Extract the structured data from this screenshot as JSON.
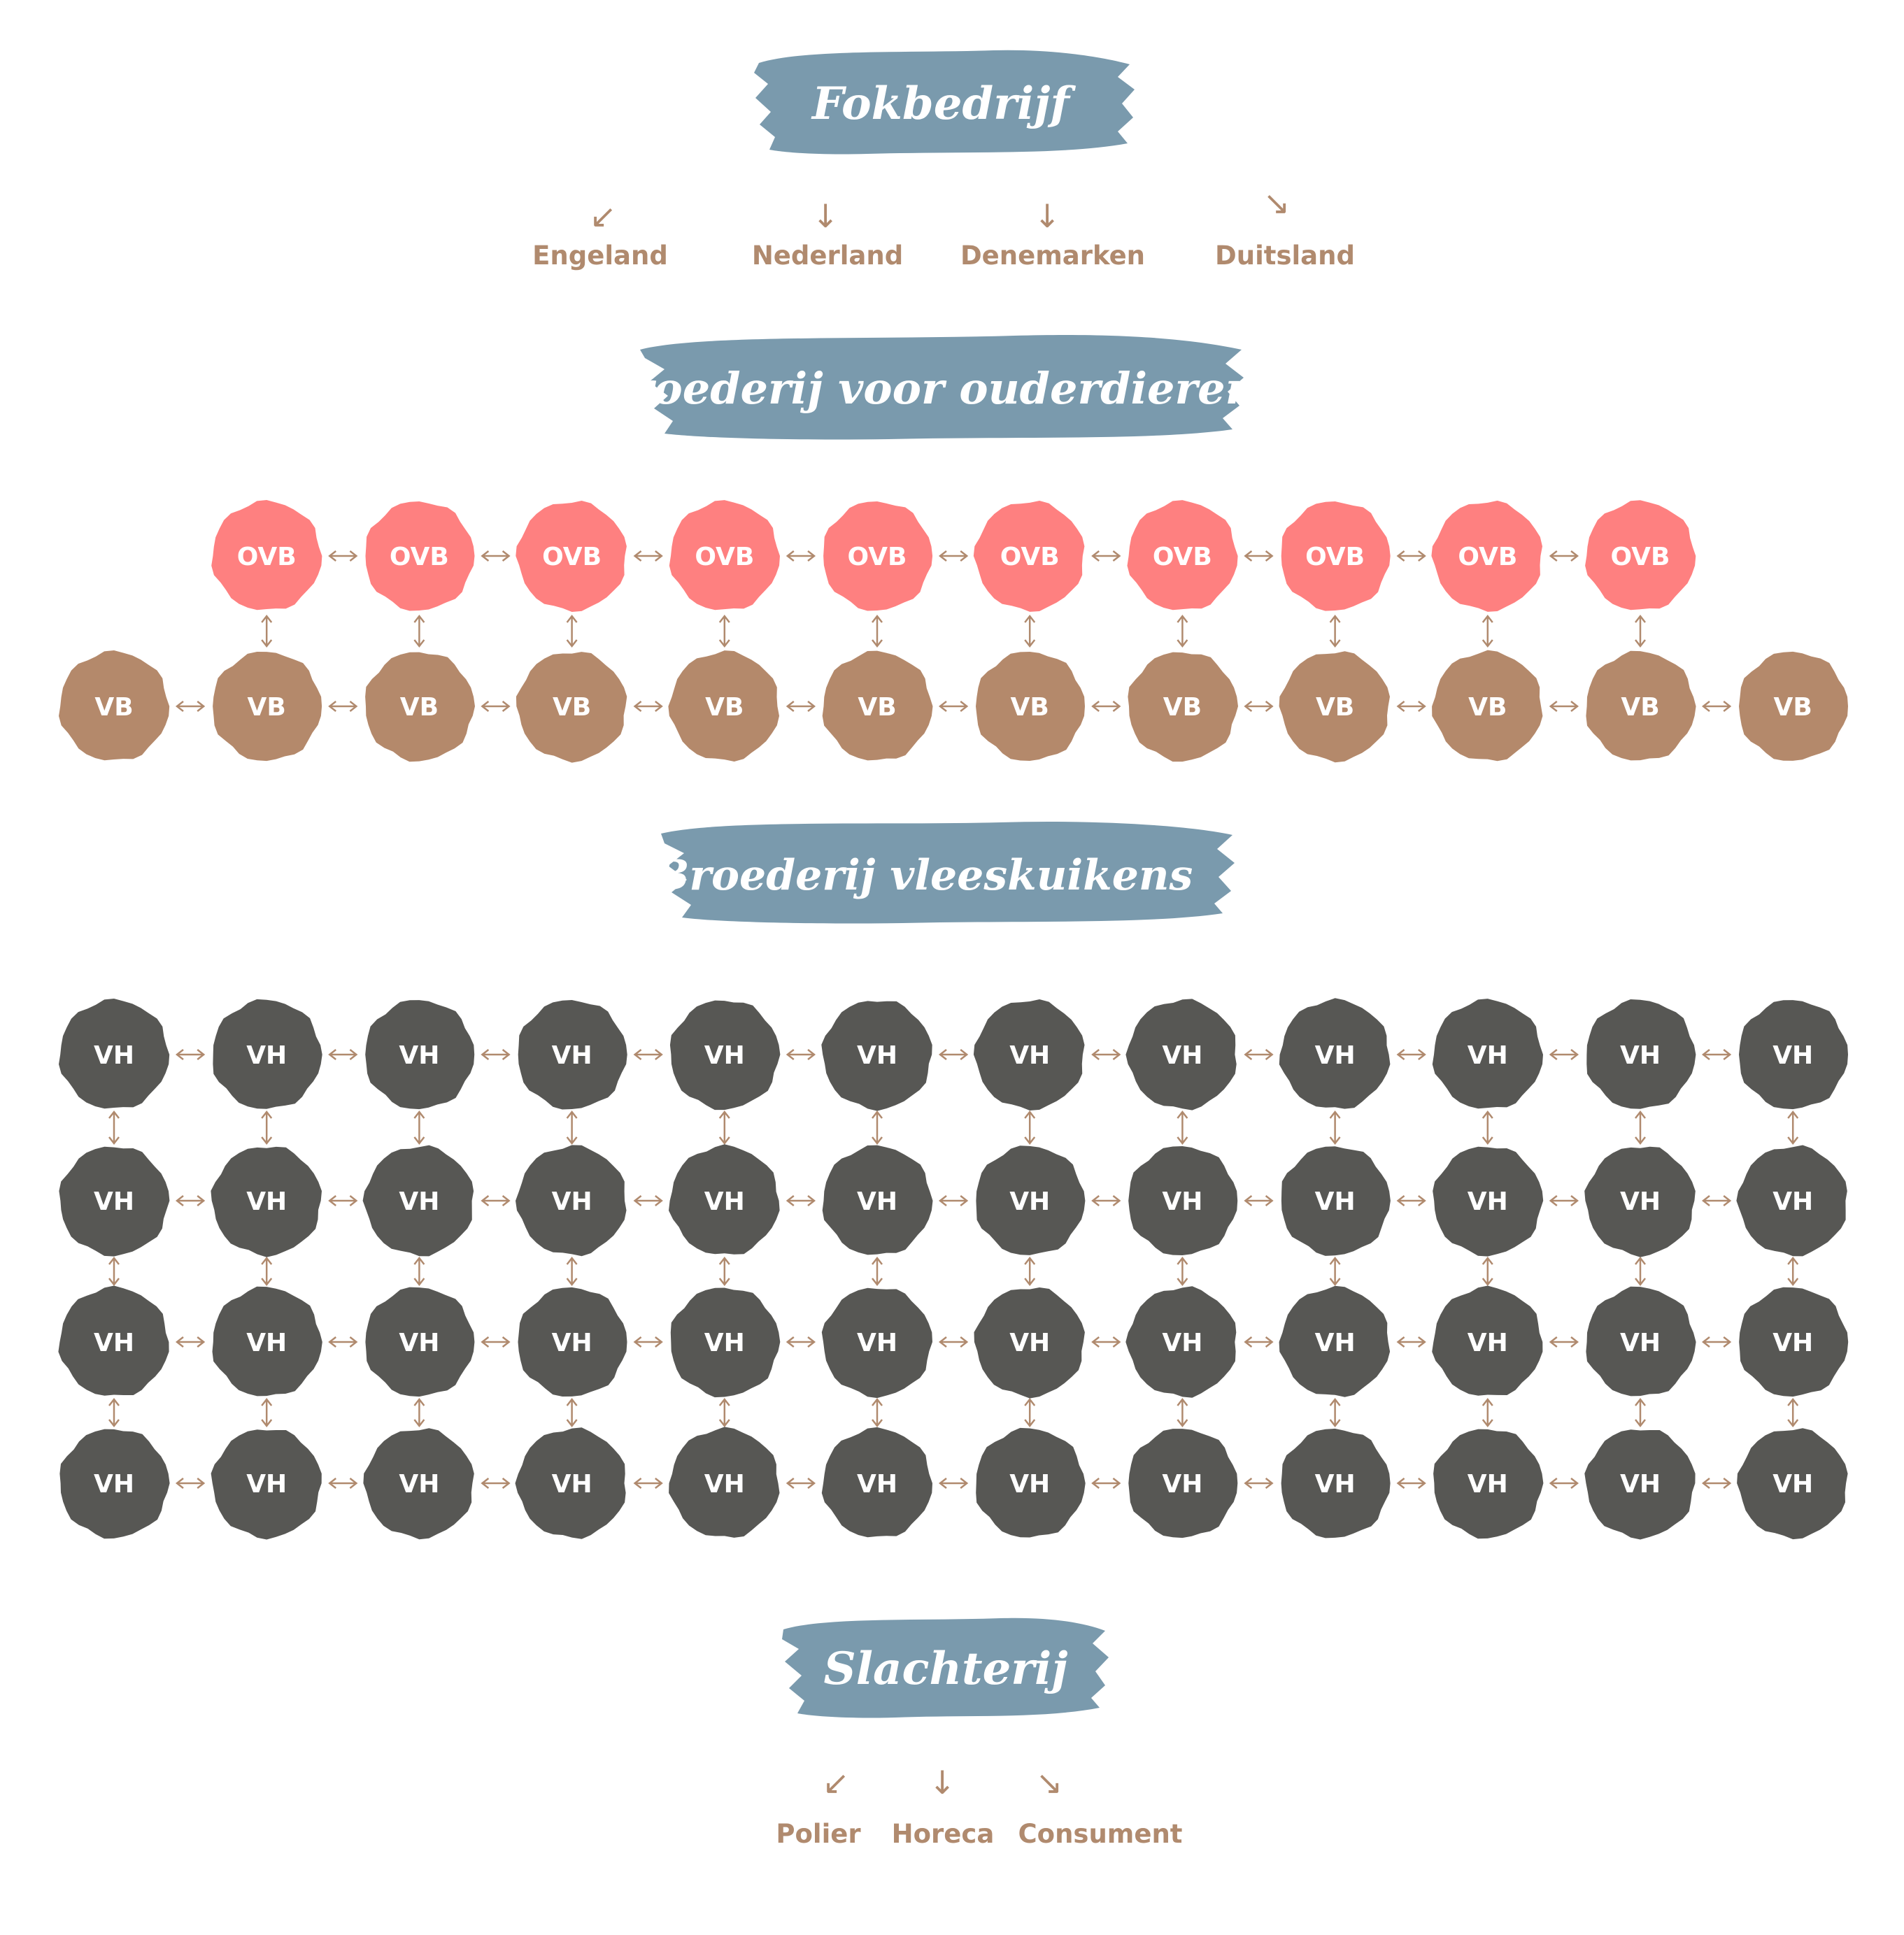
{
  "colors": {
    "banner": "#7a9aad",
    "banner_text": "#ffffff",
    "ovb": "#fe8080",
    "vb": "#b4896b",
    "vh": "#575754",
    "connector": "#b08a6e",
    "destination_text": "#b08a6e"
  },
  "sections": {
    "fokbedrijf": {
      "title": "Fokbedrijf",
      "destinations": [
        {
          "label": "Engeland",
          "arrow": "↙"
        },
        {
          "label": "Nederland",
          "arrow": "↓"
        },
        {
          "label": "Denemarken",
          "arrow": "↓"
        },
        {
          "label": "Duitsland",
          "arrow": "↘"
        }
      ]
    },
    "broederij_ouderdieren": {
      "title": "Broederij voor ouderdieren",
      "ovb_row": {
        "label": "OVB",
        "count": 10
      },
      "vb_row": {
        "label": "VB",
        "count": 12
      }
    },
    "broederij_vleeskuikens": {
      "title": "Broederij vleeskuikens",
      "vh_grid": {
        "label": "VH",
        "rows": 4,
        "columns": 12
      }
    },
    "slachterij": {
      "title": "Slachterij",
      "destinations": [
        {
          "label": "Polier",
          "arrow": "↙"
        },
        {
          "label": "Horeca",
          "arrow": "↓"
        },
        {
          "label": "Consument",
          "arrow": "↘"
        }
      ]
    }
  }
}
